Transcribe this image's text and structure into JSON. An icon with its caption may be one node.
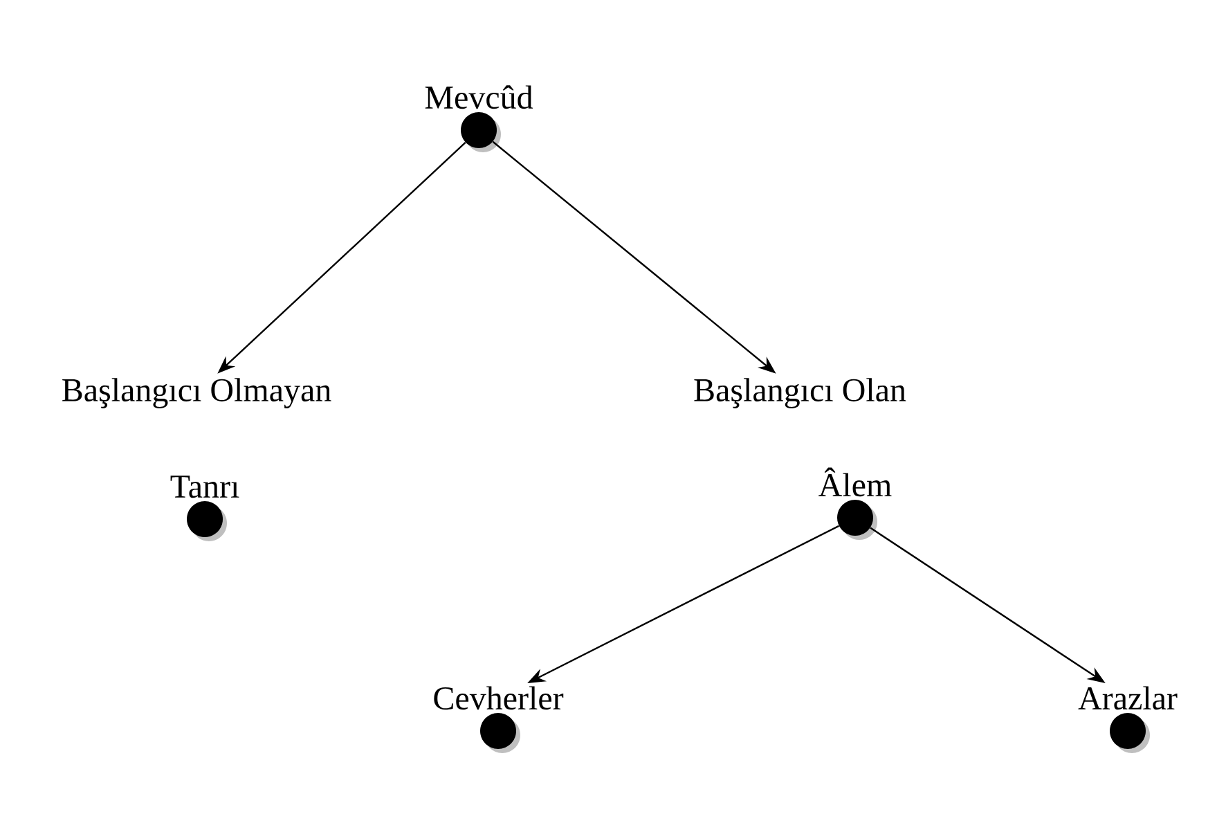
{
  "diagram": {
    "nodes": [
      {
        "text": [
          "Mevcûd"
        ]
      },
      {
        "text": [
          "Başlangıcı Olmayan"
        ]
      },
      {
        "text": [
          "Başlangıcı Olan"
        ]
      },
      {
        "text": [
          "Tanrı"
        ]
      },
      {
        "text": [
          "Âlem"
        ]
      },
      {
        "text": [
          "Cevherler"
        ]
      },
      {
        "text": [
          "Arazlar"
        ]
      }
    ],
    "edges": [
      {
        "from": 0,
        "to": 1,
        "arrow": "to"
      },
      {
        "from": 0,
        "to": 2,
        "arrow": "to"
      },
      {
        "from": 4,
        "to": 5,
        "arrow": "to"
      },
      {
        "from": 4,
        "to": 6,
        "arrow": "to"
      }
    ]
  }
}
